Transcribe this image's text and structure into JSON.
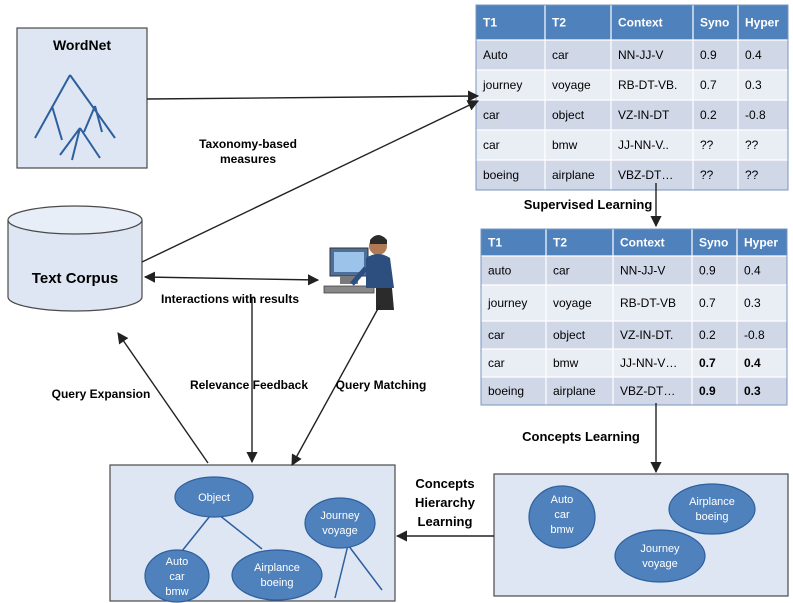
{
  "wordnet": {
    "title": "WordNet"
  },
  "corpus": {
    "title": "Text  Corpus"
  },
  "labels": {
    "taxonomy_line1": "Taxonomy-based",
    "taxonomy_line2": "measures",
    "supervised": "Supervised Learning",
    "interactions": "Interactions with results",
    "query_expansion": "Query Expansion",
    "relevance_feedback": "Relevance  Feedback",
    "query_matching": "Query Matching",
    "concepts_learning": "Concepts Learning",
    "hierarchy_line1": "Concepts",
    "hierarchy_line2": "Hierarchy",
    "hierarchy_line3": "Learning"
  },
  "table1": {
    "headers": [
      "T1",
      "T2",
      "Context",
      "Syno",
      "Hyper"
    ],
    "rows": [
      [
        "Auto",
        "car",
        "NN-JJ-V",
        "0.9",
        "0.4"
      ],
      [
        "journey",
        "voyage",
        "RB-DT-VB.",
        "0.7",
        "0.3"
      ],
      [
        "car",
        "object",
        "VZ-IN-DT",
        "0.2",
        "-0.8"
      ],
      [
        "car",
        "bmw",
        "JJ-NN-V..",
        "??",
        "??"
      ],
      [
        "boeing",
        "airplane",
        "VBZ-DT…",
        "??",
        "??"
      ]
    ]
  },
  "table2": {
    "headers": [
      "T1",
      "T2",
      "Context",
      "Syno",
      "Hyper"
    ],
    "rows": [
      [
        "auto",
        "car",
        "NN-JJ-V",
        "0.9",
        "0.4"
      ],
      [
        "journey",
        "voyage",
        "RB-DT-VB",
        "0.7",
        "0.3"
      ],
      [
        "car",
        "object",
        "VZ-IN-DT.",
        "0.2",
        "-0.8"
      ],
      [
        "car",
        "bmw",
        "JJ-NN-V…",
        "0.7",
        "0.4"
      ],
      [
        "boeing",
        "airplane",
        "VBZ-DT…",
        "0.9",
        "0.3"
      ]
    ]
  },
  "concepts_right": {
    "auto": [
      "Auto",
      "car",
      "bmw"
    ],
    "airplane": [
      "Airplance",
      "boeing"
    ],
    "journey": [
      "Journey",
      "voyage"
    ]
  },
  "hierarchy": {
    "object": [
      "Object"
    ],
    "auto": [
      "Auto",
      "car",
      "bmw"
    ],
    "airplane": [
      "Airplance",
      "boeing"
    ],
    "journey": [
      "Journey",
      "voyage"
    ]
  }
}
